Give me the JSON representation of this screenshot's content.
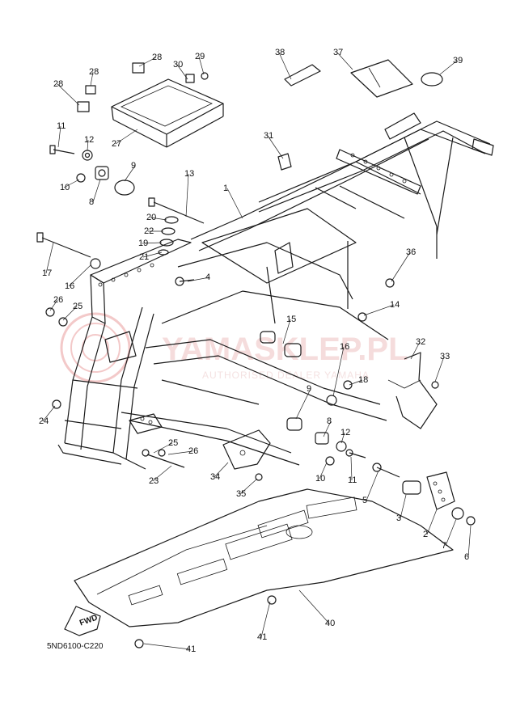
{
  "diagram": {
    "code": "5ND6100-C220",
    "fwd_label": "FWD",
    "watermark": {
      "brand": "YAMASKLEP.PL",
      "tagline": "AUTHORISED DEALER YAMAHA"
    },
    "callouts": [
      {
        "id": "1",
        "label": "1"
      },
      {
        "id": "2",
        "label": "2"
      },
      {
        "id": "3",
        "label": "3"
      },
      {
        "id": "4",
        "label": "4"
      },
      {
        "id": "5",
        "label": "5"
      },
      {
        "id": "6",
        "label": "6"
      },
      {
        "id": "7",
        "label": "7"
      },
      {
        "id": "8a",
        "label": "8"
      },
      {
        "id": "8b",
        "label": "8"
      },
      {
        "id": "9a",
        "label": "9"
      },
      {
        "id": "9b",
        "label": "9"
      },
      {
        "id": "10a",
        "label": "10"
      },
      {
        "id": "10b",
        "label": "10"
      },
      {
        "id": "11a",
        "label": "11"
      },
      {
        "id": "11b",
        "label": "11"
      },
      {
        "id": "12a",
        "label": "12"
      },
      {
        "id": "12b",
        "label": "12"
      },
      {
        "id": "13",
        "label": "13"
      },
      {
        "id": "14",
        "label": "14"
      },
      {
        "id": "15",
        "label": "15"
      },
      {
        "id": "16a",
        "label": "16"
      },
      {
        "id": "16b",
        "label": "16"
      },
      {
        "id": "17",
        "label": "17"
      },
      {
        "id": "18",
        "label": "18"
      },
      {
        "id": "19",
        "label": "19"
      },
      {
        "id": "20",
        "label": "20"
      },
      {
        "id": "21",
        "label": "21"
      },
      {
        "id": "22",
        "label": "22"
      },
      {
        "id": "23",
        "label": "23"
      },
      {
        "id": "24",
        "label": "24"
      },
      {
        "id": "25a",
        "label": "25"
      },
      {
        "id": "25b",
        "label": "25"
      },
      {
        "id": "26a",
        "label": "26"
      },
      {
        "id": "26b",
        "label": "26"
      },
      {
        "id": "27",
        "label": "27"
      },
      {
        "id": "28a",
        "label": "28"
      },
      {
        "id": "28b",
        "label": "28"
      },
      {
        "id": "28c",
        "label": "28"
      },
      {
        "id": "29",
        "label": "29"
      },
      {
        "id": "30",
        "label": "30"
      },
      {
        "id": "31",
        "label": "31"
      },
      {
        "id": "32",
        "label": "32"
      },
      {
        "id": "33",
        "label": "33"
      },
      {
        "id": "34",
        "label": "34"
      },
      {
        "id": "35",
        "label": "35"
      },
      {
        "id": "36",
        "label": "36"
      },
      {
        "id": "37",
        "label": "37"
      },
      {
        "id": "38",
        "label": "38"
      },
      {
        "id": "39",
        "label": "39"
      },
      {
        "id": "40",
        "label": "40"
      },
      {
        "id": "41a",
        "label": "41"
      },
      {
        "id": "41b",
        "label": "41"
      }
    ]
  }
}
